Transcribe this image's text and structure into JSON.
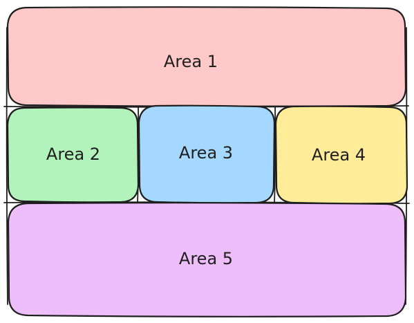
{
  "areas": [
    {
      "label": "Area 1",
      "fill": "#ffc9c9"
    },
    {
      "label": "Area 2",
      "fill": "#b2f2bb"
    },
    {
      "label": "Area 3",
      "fill": "#a5d8ff"
    },
    {
      "label": "Area 4",
      "fill": "#ffec99"
    },
    {
      "label": "Area 5",
      "fill": "#eebefa"
    }
  ],
  "colors": {
    "stroke": "#1e1e1e",
    "background": "#ffffff"
  }
}
